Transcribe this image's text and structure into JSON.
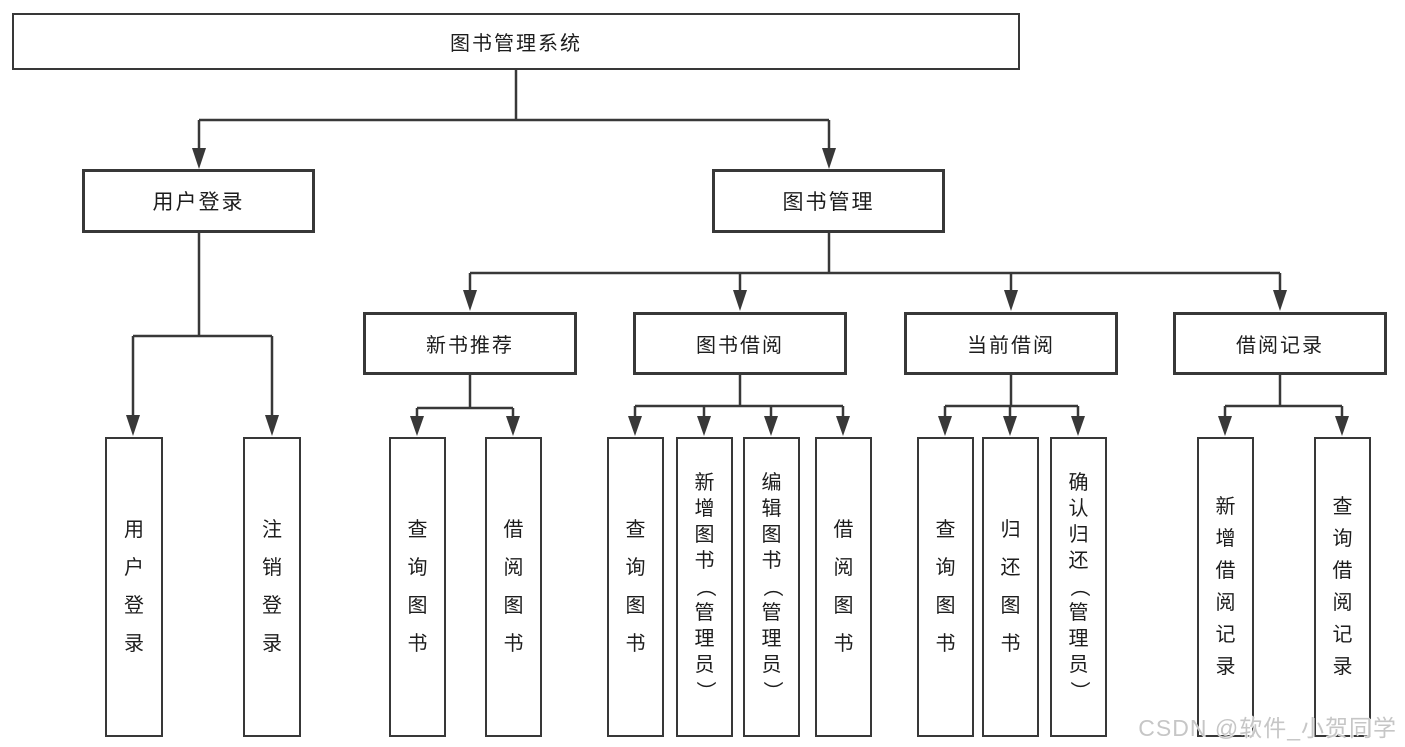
{
  "diagram": {
    "root": {
      "label": "图书管理系统"
    },
    "branches": [
      {
        "label": "用户登录",
        "children": [
          {
            "label": "用户登录"
          },
          {
            "label": "注销登录"
          }
        ]
      },
      {
        "label": "图书管理",
        "sections": [
          {
            "label": "新书推荐",
            "children": [
              {
                "label": "查询图书"
              },
              {
                "label": "借阅图书"
              }
            ]
          },
          {
            "label": "图书借阅",
            "children": [
              {
                "label": "查询图书"
              },
              {
                "label": "新增图书（管理员）"
              },
              {
                "label": "编辑图书（管理员）"
              },
              {
                "label": "借阅图书"
              }
            ]
          },
          {
            "label": "当前借阅",
            "children": [
              {
                "label": "查询图书"
              },
              {
                "label": "归还图书"
              },
              {
                "label": "确认归还（管理员）"
              }
            ]
          },
          {
            "label": "借阅记录",
            "children": [
              {
                "label": "新增借阅记录"
              },
              {
                "label": "查询借阅记录"
              }
            ]
          }
        ]
      }
    ]
  },
  "watermark": {
    "text": "CSDN @软件_小贺同学"
  },
  "colors": {
    "line": "#383838",
    "border": "#383838",
    "text": "#1d1d1d",
    "background": "#ffffff",
    "watermark": "#c6c6c6"
  }
}
